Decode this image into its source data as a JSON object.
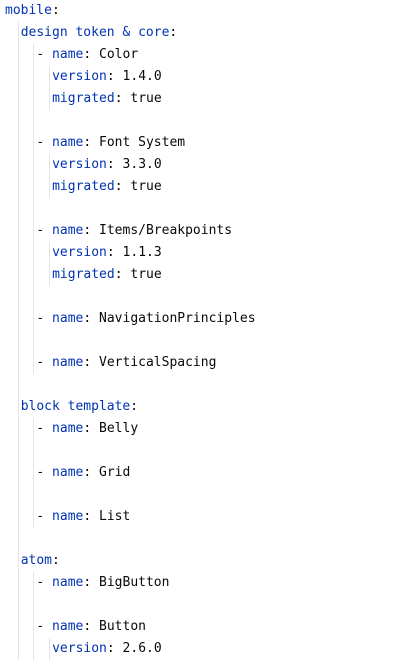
{
  "lines": [
    {
      "indent": 0,
      "dash": false,
      "key": "mobile",
      "value": ""
    },
    {
      "indent": 1,
      "dash": false,
      "key": "design token & core",
      "value": ""
    },
    {
      "indent": 2,
      "dash": true,
      "key": "name",
      "value": "Color"
    },
    {
      "indent": 3,
      "dash": false,
      "key": "version",
      "value": "1.4.0"
    },
    {
      "indent": 3,
      "dash": false,
      "key": "migrated",
      "value": "true"
    },
    {
      "blank": true
    },
    {
      "indent": 2,
      "dash": true,
      "key": "name",
      "value": "Font System"
    },
    {
      "indent": 3,
      "dash": false,
      "key": "version",
      "value": "3.3.0"
    },
    {
      "indent": 3,
      "dash": false,
      "key": "migrated",
      "value": "true"
    },
    {
      "blank": true
    },
    {
      "indent": 2,
      "dash": true,
      "key": "name",
      "value": "Items/Breakpoints"
    },
    {
      "indent": 3,
      "dash": false,
      "key": "version",
      "value": "1.1.3"
    },
    {
      "indent": 3,
      "dash": false,
      "key": "migrated",
      "value": "true"
    },
    {
      "blank": true
    },
    {
      "indent": 2,
      "dash": true,
      "key": "name",
      "value": "NavigationPrinciples"
    },
    {
      "blank": true
    },
    {
      "indent": 2,
      "dash": true,
      "key": "name",
      "value": "VerticalSpacing"
    },
    {
      "blank": true
    },
    {
      "indent": 1,
      "dash": false,
      "key": "block template",
      "value": ""
    },
    {
      "indent": 2,
      "dash": true,
      "key": "name",
      "value": "Belly"
    },
    {
      "blank": true
    },
    {
      "indent": 2,
      "dash": true,
      "key": "name",
      "value": "Grid"
    },
    {
      "blank": true
    },
    {
      "indent": 2,
      "dash": true,
      "key": "name",
      "value": "List"
    },
    {
      "blank": true
    },
    {
      "indent": 1,
      "dash": false,
      "key": "atom",
      "value": ""
    },
    {
      "indent": 2,
      "dash": true,
      "key": "name",
      "value": "BigButton"
    },
    {
      "blank": true
    },
    {
      "indent": 2,
      "dash": true,
      "key": "name",
      "value": "Button"
    },
    {
      "indent": 3,
      "dash": false,
      "key": "version",
      "value": "2.6.0"
    }
  ],
  "colors": {
    "key": "#0033b3",
    "text": "#080808",
    "guide": "#e4e4e4",
    "background": "#ffffff"
  }
}
